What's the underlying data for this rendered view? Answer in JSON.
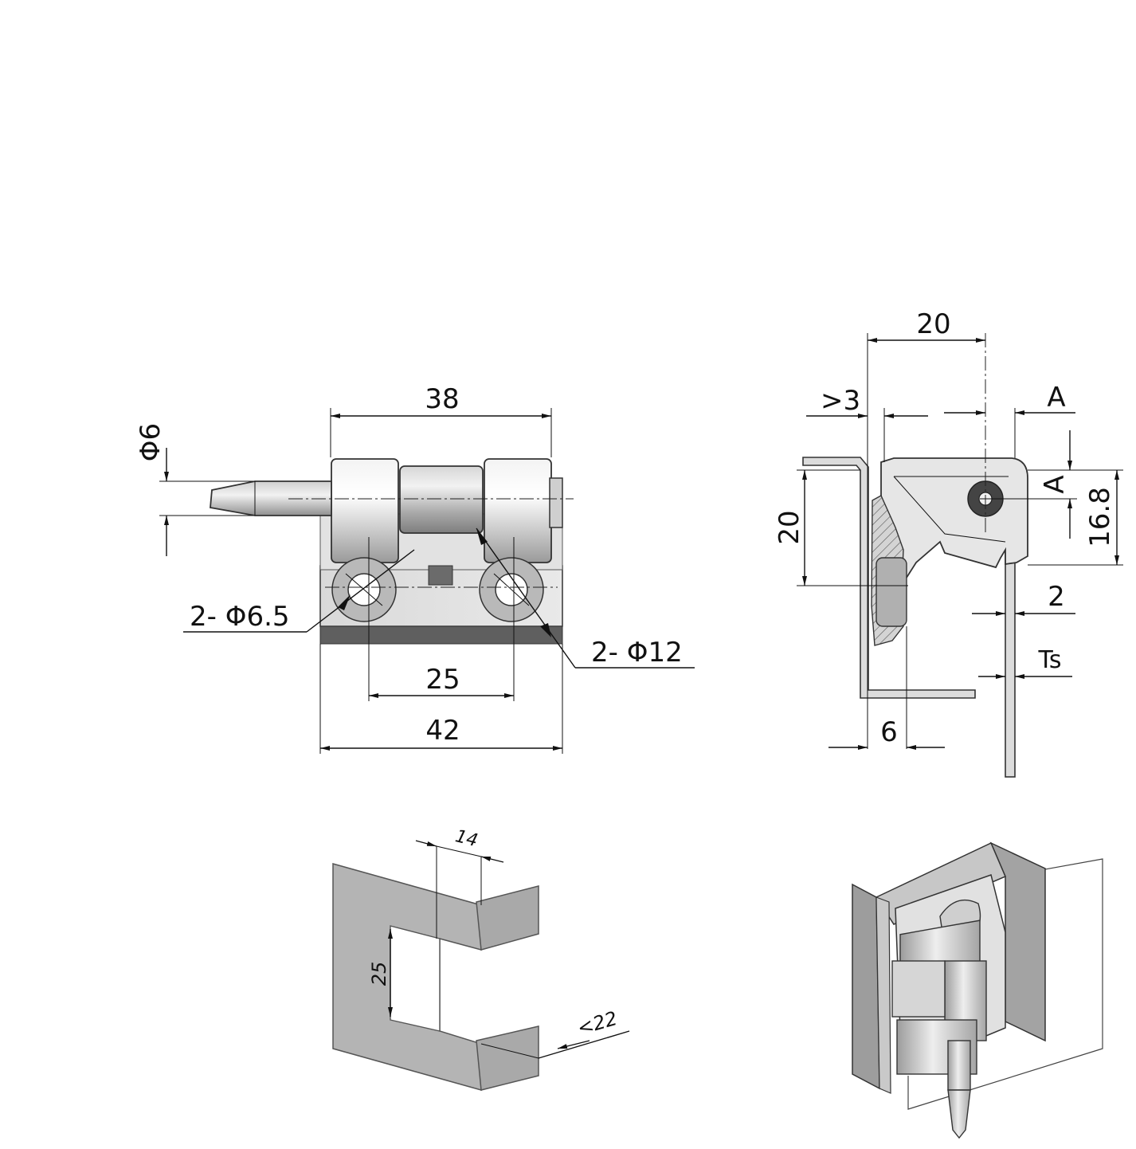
{
  "front_view": {
    "width_top": "38",
    "pin_diameter": "Φ6",
    "small_hole": "2- Φ6.5",
    "large_hole": "2- Φ12",
    "hole_spacing": "25",
    "width_base": "42"
  },
  "side_view": {
    "offset_20": "20",
    "gap_min": ">3",
    "ref_a_top": "A",
    "ref_a_side": "A",
    "height_168": "16.8",
    "height_20": "20",
    "thickness_2": "2",
    "thickness_ts": "Ts",
    "offset_6": "6"
  },
  "cutout_view": {
    "dim_14": "14",
    "dim_25": "25",
    "dim_22": "<22"
  },
  "colors": {
    "line": "#111111",
    "steel_light": "#e6e6e6",
    "steel_mid": "#b9b9b9",
    "steel_dark": "#7a7a7a",
    "plate": "#b4b4b4",
    "base_strip": "#5a5a5a"
  }
}
